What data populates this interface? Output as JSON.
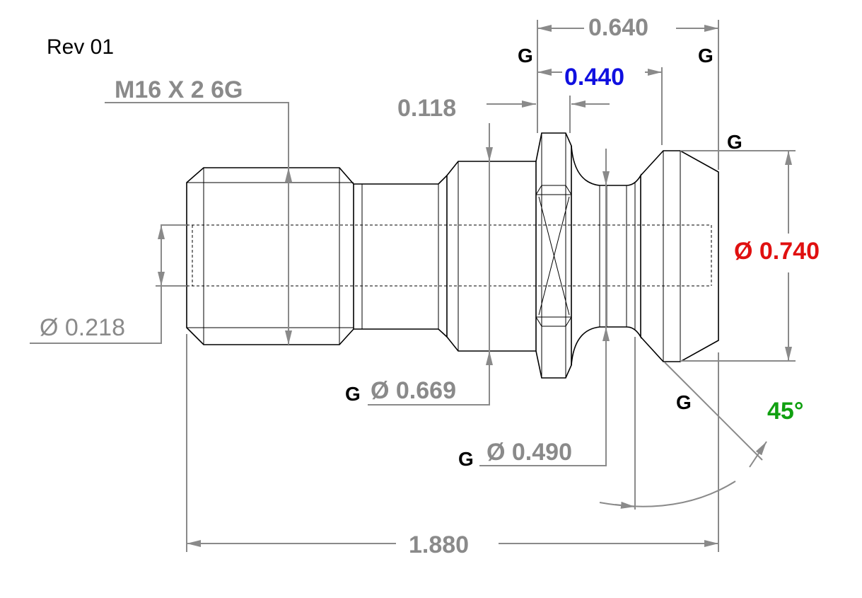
{
  "revision": "Rev  01",
  "colors": {
    "dimension": "#8a8a8a",
    "outline": "#000000",
    "highlight_blue": "#1010e0",
    "highlight_red": "#e01010",
    "highlight_green": "#10a010"
  },
  "dimensions": {
    "thread": "M16 X 2 6G",
    "overall_length": "1.880",
    "length_0640": "0.640",
    "length_0440": "0.440",
    "thickness_0118": "0.118",
    "dia_0218": "Ø 0.218",
    "dia_0669": "Ø 0.669",
    "dia_0490": "Ø 0.490",
    "dia_0740": "Ø 0.740",
    "angle": "45°"
  },
  "gdt_marks": [
    "G",
    "G",
    "G",
    "G",
    "G",
    "G"
  ]
}
